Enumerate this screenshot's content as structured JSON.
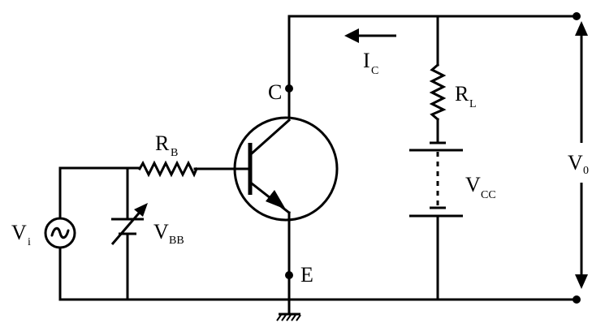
{
  "labels": {
    "collector": "C",
    "emitter": "E",
    "base_resistor": "R",
    "base_resistor_sub": "B",
    "load_resistor": "R",
    "load_resistor_sub": "L",
    "collector_current": "I",
    "collector_current_sub": "C",
    "input_voltage": "V",
    "input_voltage_sub": "i",
    "base_supply": "V",
    "base_supply_sub": "BB",
    "collector_supply": "V",
    "collector_supply_sub": "CC",
    "output_voltage": "V",
    "output_voltage_sub": "0"
  }
}
